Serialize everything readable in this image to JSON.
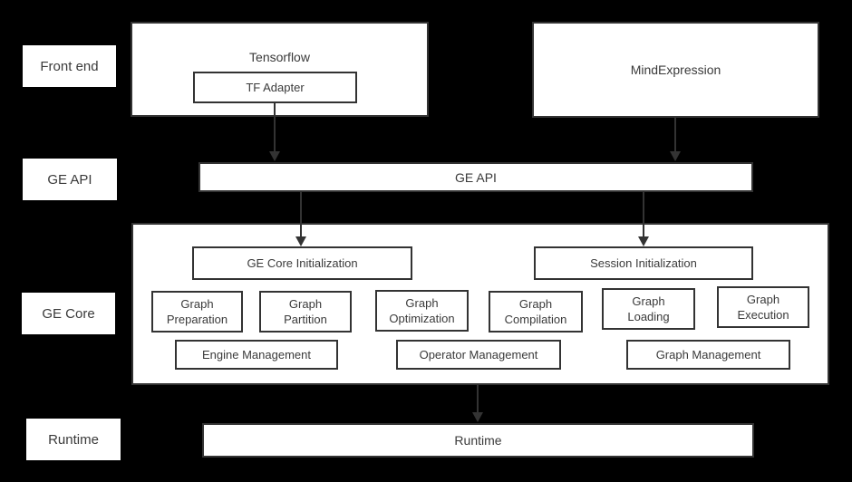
{
  "diagram": {
    "background": "#000000",
    "box_fill": "#ffffff",
    "border_color": "#333333",
    "text_color": "#3a3a3a",
    "arrow_color": "#333333"
  },
  "side_labels": {
    "front_end": "Front end",
    "ge_api": "GE API",
    "ge_core": "GE Core",
    "runtime": "Runtime"
  },
  "front_end": {
    "tensorflow": "Tensorflow",
    "tf_adapter": "TF Adapter",
    "mind_expression": "MindExpression"
  },
  "ge_api": {
    "label": "GE API"
  },
  "ge_core": {
    "ge_core_initialization": "GE Core Initialization",
    "session_initialization": "Session Initialization",
    "stages": [
      [
        "Graph",
        "Preparation"
      ],
      [
        "Graph",
        "Partition"
      ],
      [
        "Graph",
        "Optimization"
      ],
      [
        "Graph",
        "Compilation"
      ],
      [
        "Graph",
        "Loading"
      ],
      [
        "Graph",
        "Execution"
      ]
    ],
    "management": [
      "Engine Management",
      "Operator Management",
      "Graph Management"
    ]
  },
  "runtime": {
    "label": "Runtime"
  }
}
